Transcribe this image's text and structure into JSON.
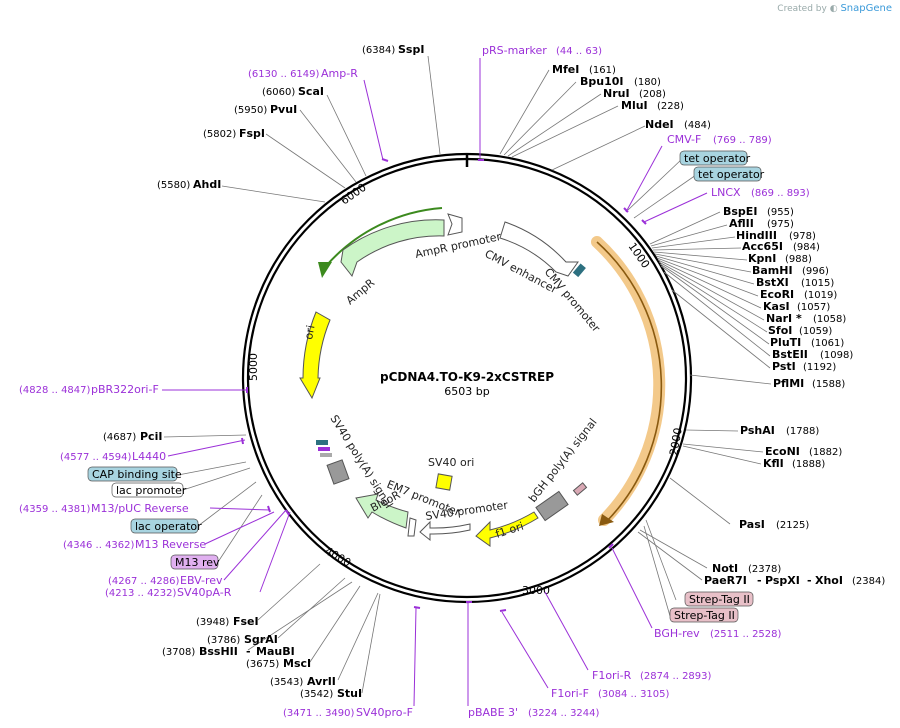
{
  "credit": {
    "prefix": "Created by",
    "brand": "SnapGene"
  },
  "plasmid": {
    "name": "pCDNA4.TO-K9-2xCSTREP",
    "length": "6503 bp"
  },
  "ticks": [
    "1000",
    "2000",
    "3000",
    "4000",
    "5000",
    "6000"
  ],
  "sites_right": [
    {
      "name": "MfeI",
      "pos": "(161)"
    },
    {
      "name": "Bpu10I",
      "pos": "(180)"
    },
    {
      "name": "NruI",
      "pos": "(208)"
    },
    {
      "name": "MluI",
      "pos": "(228)"
    },
    {
      "name": "NdeI",
      "pos": "(484)"
    },
    {
      "name": "BspEI",
      "pos": "(955)"
    },
    {
      "name": "AflII",
      "pos": "(975)"
    },
    {
      "name": "HindIII",
      "pos": "(978)"
    },
    {
      "name": "Acc65I",
      "pos": "(984)"
    },
    {
      "name": "KpnI",
      "pos": "(988)"
    },
    {
      "name": "BamHI",
      "pos": "(996)"
    },
    {
      "name": "BstXI",
      "pos": "(1015)"
    },
    {
      "name": "EcoRI",
      "pos": "(1019)"
    },
    {
      "name": "KasI",
      "pos": "(1057)"
    },
    {
      "name": "NarI *",
      "pos": "(1058)"
    },
    {
      "name": "SfoI",
      "pos": "(1059)"
    },
    {
      "name": "PluTI",
      "pos": "(1061)"
    },
    {
      "name": "BstEII",
      "pos": "(1098)"
    },
    {
      "name": "PstI",
      "pos": "(1192)"
    },
    {
      "name": "PflMI",
      "pos": "(1588)"
    },
    {
      "name": "PshAI",
      "pos": "(1788)"
    },
    {
      "name": "EcoNI",
      "pos": "(1882)"
    },
    {
      "name": "KflI",
      "pos": "(1888)"
    },
    {
      "name": "PasI",
      "pos": "(2125)"
    },
    {
      "name": "NotI",
      "pos": "(2378)"
    },
    {
      "name": "PaeR7I",
      "name2": "PspXI",
      "name3": "XhoI",
      "pos": "(2384)"
    }
  ],
  "sites_left": [
    {
      "name": "SspI",
      "pos": "(6384)"
    },
    {
      "name": "ScaI",
      "pos": "(6060)"
    },
    {
      "name": "PvuI",
      "pos": "(5950)"
    },
    {
      "name": "FspI",
      "pos": "(5802)"
    },
    {
      "name": "AhdI",
      "pos": "(5580)"
    },
    {
      "name": "PciI",
      "pos": "(4687)"
    },
    {
      "name": "FseI",
      "pos": "(3948)"
    },
    {
      "name": "SgrAI",
      "pos": "(3786)"
    },
    {
      "name": "BssHII",
      "name2": "MauBI",
      "pos": "(3708)"
    },
    {
      "name": "MscI",
      "pos": "(3675)"
    },
    {
      "name": "AvrII",
      "pos": "(3543)"
    },
    {
      "name": "StuI",
      "pos": "(3542)"
    }
  ],
  "primers": [
    {
      "name": "pRS-marker",
      "pos": "(44 .. 63)"
    },
    {
      "name": "Amp-R",
      "pos": "(6130 .. 6149)"
    },
    {
      "name": "CMV-F",
      "pos": "(769 .. 789)"
    },
    {
      "name": "LNCX",
      "pos": "(869 .. 893)"
    },
    {
      "name": "pBR322ori-F",
      "pos": "(4828 .. 4847)"
    },
    {
      "name": "L4440",
      "pos": "(4577 .. 4594)"
    },
    {
      "name": "M13/pUC Reverse",
      "pos": "(4359 .. 4381)"
    },
    {
      "name": "M13 Reverse",
      "pos": "(4346 .. 4362)"
    },
    {
      "name": "EBV-rev",
      "pos": "(4267 .. 4286)"
    },
    {
      "name": "SV40pA-R",
      "pos": "(4213 .. 4232)"
    },
    {
      "name": "SV40pro-F",
      "pos": "(3471 .. 3490)"
    },
    {
      "name": "pBABE 3'",
      "pos": "(3224 .. 3244)"
    },
    {
      "name": "F1ori-F",
      "pos": "(3084 .. 3105)"
    },
    {
      "name": "F1ori-R",
      "pos": "(2874 .. 2893)"
    },
    {
      "name": "BGH-rev",
      "pos": "(2511 .. 2528)"
    }
  ],
  "boxed": {
    "tet1": "tet operator",
    "tet2": "tet operator",
    "cap": "CAP binding site",
    "lacp": "lac promoter",
    "laco": "lac operator",
    "m13rev": "M13 rev",
    "strep1": "Strep-Tag II",
    "strep2": "Strep-Tag II"
  },
  "features": {
    "ampr_promoter": "AmpR promoter",
    "ampr": "AmpR",
    "cmv_enhancer": "CMV enhancer",
    "cmv_promoter": "CMV promoter",
    "ori": "ori",
    "sv40_polya": "SV40 poly(A) signal",
    "sv40_ori": "SV40 ori",
    "em7": "EM7 promoter",
    "bleor": "BleoR",
    "sv40_promoter": "SV40 promoter",
    "f1ori": "f1 ori",
    "bgh": "bGH poly(A) signal"
  },
  "colors": {
    "primer": "#9b30d8",
    "tet": "#a8d4e0",
    "m13": "#e0b0f0",
    "strep": "#e8c0c8",
    "ampr": "#ccf5c8",
    "ori": "#ffff00",
    "orf_highlight": "#f3c98a"
  }
}
